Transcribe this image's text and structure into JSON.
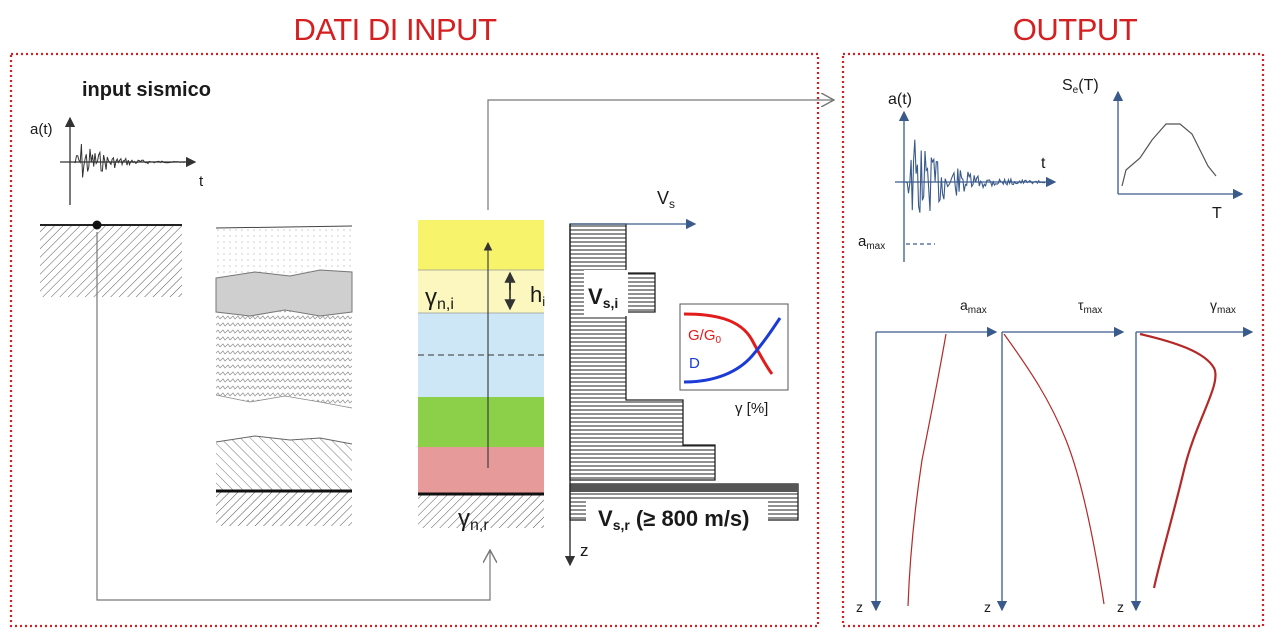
{
  "headers": {
    "input": "DATI DI INPUT",
    "output": "OUTPUT"
  },
  "input_panel": {
    "seismic_title": "input sismico",
    "seismic_y_label": "a(t)",
    "seismic_x_label": "t",
    "gamma_layer": "γ",
    "gamma_layer_sub": "n,i",
    "thickness_label": "h",
    "thickness_sub": "i",
    "gamma_bedrock": "γ",
    "gamma_bedrock_sub": "n,r",
    "vs_axis_label": "V",
    "vs_axis_sub": "s",
    "vs_layer": "V",
    "vs_layer_sub": "s,i",
    "vs_bedrock": "V",
    "vs_bedrock_sub": "s,r",
    "vs_bedrock_note": " (≥ 800 m/s)",
    "depth_label": "z",
    "curves": {
      "gg0": "G/G",
      "gg0_sub": "0",
      "damping": "D",
      "strain": "γ [%]"
    },
    "colors": {
      "layer_yellow": "#f7f36a",
      "layer_cream": "#fbf7bf",
      "layer_lightblue": "#cde7f7",
      "layer_green": "#8cd04a",
      "layer_pink": "#e79a9a",
      "curve_red": "#e21b1b",
      "curve_blue": "#1a3bd6"
    }
  },
  "output_panel": {
    "accel_y_label": "a(t)",
    "accel_x_label": "t",
    "amax_label": "a",
    "amax_sub": "max",
    "spectrum_y_label": "S",
    "spectrum_y_sub": "e",
    "spectrum_y_paren": "(T)",
    "spectrum_x_label": "T",
    "profile_amax": "a",
    "profile_amax_sub": "max",
    "profile_tau": "τ",
    "profile_tau_sub": "max",
    "profile_gamma": "γ",
    "profile_gamma_sub": "max",
    "depth_label": "z"
  }
}
